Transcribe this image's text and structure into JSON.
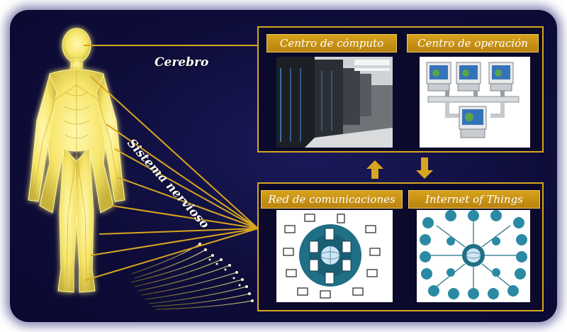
{
  "labels": {
    "brain": "Cerebro",
    "nervous_system": "Sistema nervioso",
    "computing_center": "Centro de cómputo",
    "operation_center": "Centro de operación",
    "communications_network": "Red de comunicaciones",
    "iot": "Internet of Things"
  },
  "colors": {
    "frame_gold": "#d9a520",
    "background_navy": "#0e0d3a",
    "body_glow": "#fff27a",
    "network_teal": "#1f6f86"
  },
  "icons": {
    "arrow_up": "arrow-up-icon",
    "arrow_down": "arrow-down-icon",
    "globe": "globe-icon"
  }
}
